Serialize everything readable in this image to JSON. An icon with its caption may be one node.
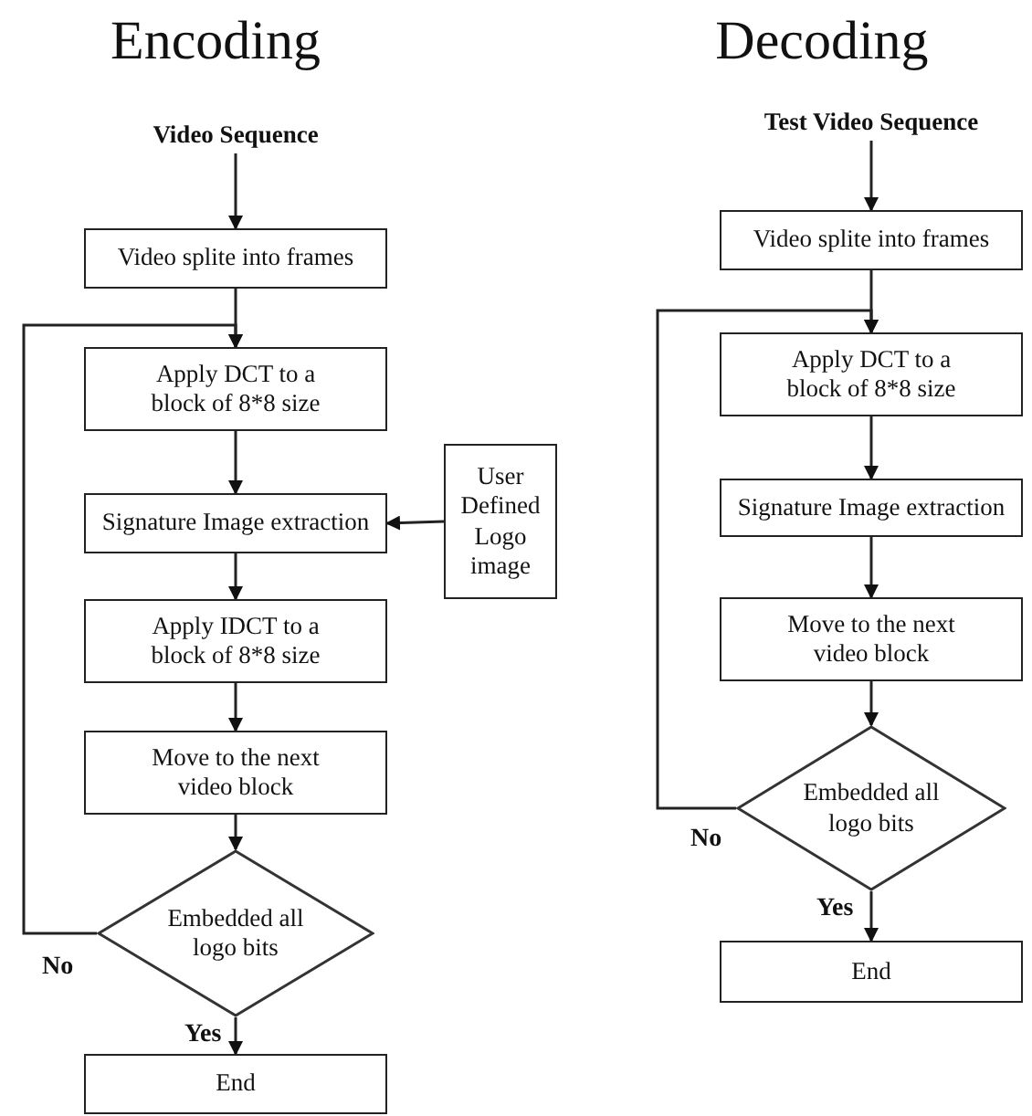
{
  "diagram": {
    "nodes": [
      {
        "text": [
          "Video Sequence"
        ]
      },
      {
        "text": [
          "Video splite into frames"
        ]
      },
      {
        "text": [
          "Apply DCT to a block of 8*8 size"
        ]
      },
      {
        "text": [
          "Signature Image extraction"
        ]
      },
      {
        "text": [
          "User Defined Logo image"
        ]
      },
      {
        "text": [
          "Apply IDCT to a block of 8*8 size"
        ]
      },
      {
        "text": [
          "Move to the next video block"
        ]
      },
      {
        "text": [
          "Embedded all logo bits"
        ]
      },
      {
        "text": [
          "End"
        ]
      },
      {
        "text": [
          "Test Video Sequence"
        ]
      },
      {
        "text": [
          "Video splite into frames"
        ]
      },
      {
        "text": [
          "Apply DCT to a block of 8*8 size"
        ]
      },
      {
        "text": [
          "Signature Image extraction"
        ]
      },
      {
        "text": [
          "Move to the next video block"
        ]
      },
      {
        "text": [
          "Embedded all logo bits"
        ]
      },
      {
        "text": [
          "End"
        ]
      }
    ],
    "edges": [
      {
        "from": 0,
        "to": 1,
        "arrow": "to"
      },
      {
        "from": 1,
        "to": 2,
        "arrow": "to"
      },
      {
        "from": 2,
        "to": 3,
        "arrow": "to"
      },
      {
        "from": 4,
        "to": 3,
        "arrow": "to"
      },
      {
        "from": 3,
        "to": 5,
        "arrow": "to"
      },
      {
        "from": 5,
        "to": 6,
        "arrow": "to"
      },
      {
        "from": 6,
        "to": 7,
        "arrow": "to"
      },
      {
        "from": 7,
        "to": 2,
        "arrow": "to",
        "label": "No"
      },
      {
        "from": 7,
        "to": 8,
        "arrow": "to",
        "label": "Yes"
      },
      {
        "from": 9,
        "to": 10,
        "arrow": "to"
      },
      {
        "from": 10,
        "to": 11,
        "arrow": "to"
      },
      {
        "from": 11,
        "to": 12,
        "arrow": "to"
      },
      {
        "from": 12,
        "to": 13,
        "arrow": "to"
      },
      {
        "from": 13,
        "to": 14,
        "arrow": "to"
      },
      {
        "from": 14,
        "to": 11,
        "arrow": "to",
        "label": "No"
      },
      {
        "from": 14,
        "to": 15,
        "arrow": "to",
        "label": "Yes"
      }
    ],
    "labels": [
      "Encoding",
      "Decoding"
    ]
  }
}
